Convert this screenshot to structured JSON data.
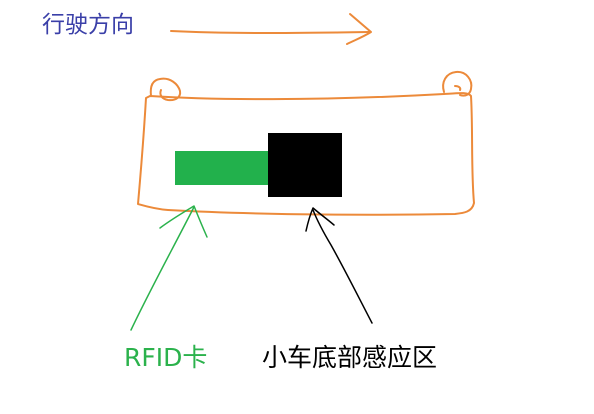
{
  "labels": {
    "direction": "行驶方向",
    "rfid": "RFID卡",
    "sensor": "小车底部感应区"
  },
  "colors": {
    "direction_text": "#3a3fa8",
    "outline": "#ec8a3a",
    "rfid_text": "#2bb24c",
    "rfid_card": "#22b14c",
    "sensor_block": "#000000",
    "sensor_text": "#000000",
    "sensor_arrow": "#000000",
    "rfid_arrow": "#2bb24c"
  },
  "icons": {
    "direction_arrow": "right-arrow-icon"
  }
}
